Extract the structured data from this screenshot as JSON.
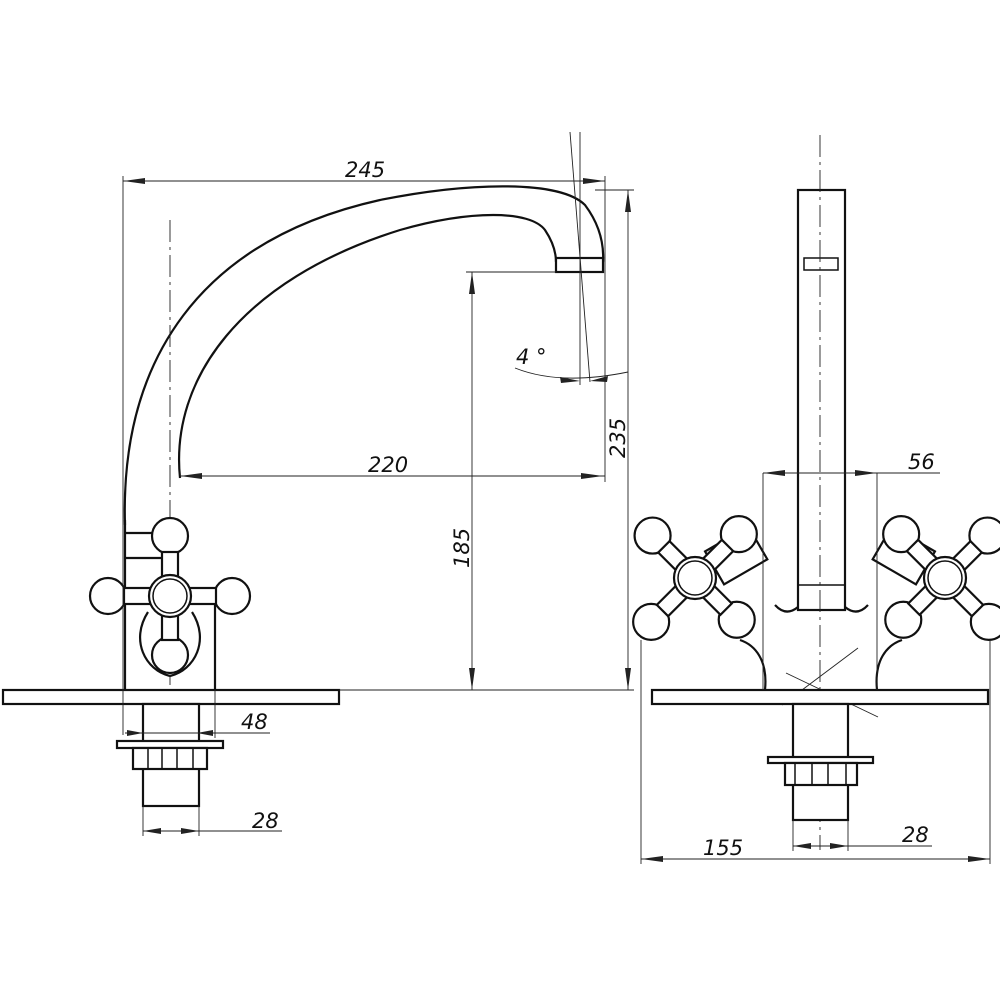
{
  "drawing": {
    "title": "Faucet dimension drawing",
    "front_view": {
      "spout_reach_total": "245",
      "spout_reach": "220",
      "total_height": "235",
      "spout_outlet_height": "185",
      "spout_angle": "4 °",
      "body_width": "48",
      "shank_diameter": "28"
    },
    "side_view": {
      "handle_spacing": "56",
      "overall_width": "155",
      "shank_diameter": "28"
    }
  }
}
